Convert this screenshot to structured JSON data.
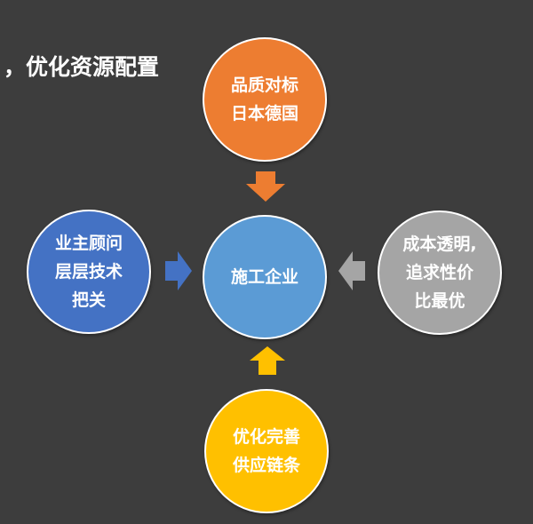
{
  "header": {
    "title": "，优化资源配置"
  },
  "diagram": {
    "center": {
      "lines": [
        "施工企业"
      ],
      "color": "#5b9bd5"
    },
    "top": {
      "lines": [
        "品质对标",
        "日本德国"
      ],
      "color": "#ed7d31",
      "arrow_color": "#ed7d31"
    },
    "left": {
      "lines": [
        "业主顾问",
        "层层技术",
        "把关"
      ],
      "color": "#4472c4",
      "arrow_color": "#4472c4"
    },
    "right": {
      "lines": [
        "成本透明,",
        "追求性价",
        "比最优"
      ],
      "color": "#a5a5a5",
      "arrow_color": "#a5a5a5"
    },
    "bottom": {
      "lines": [
        "优化完善",
        "供应链条"
      ],
      "color": "#ffc000",
      "arrow_color": "#ffc000"
    }
  }
}
